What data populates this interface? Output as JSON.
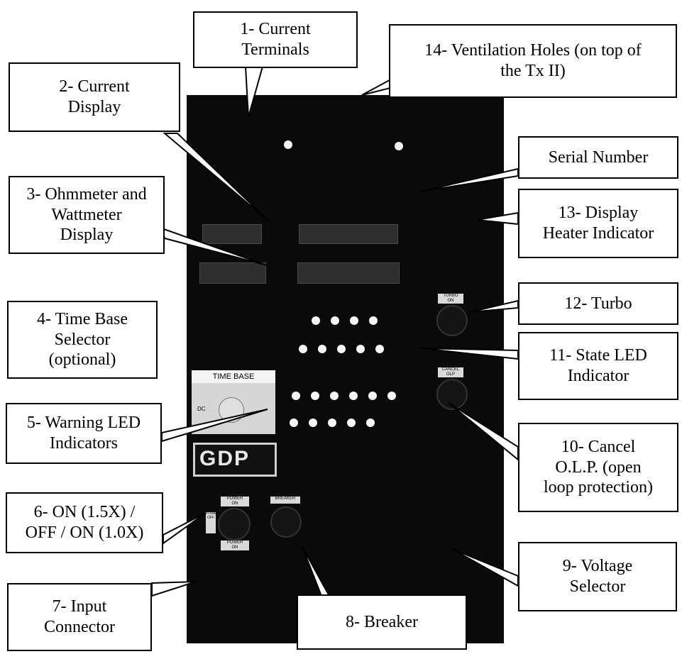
{
  "callouts": {
    "c1": "1- Current\nTerminals",
    "c2": "2- Current\nDisplay",
    "c3": "3- Ohmmeter and\nWattmeter\nDisplay",
    "c4": "4- Time Base\nSelector\n(optional)",
    "c5": "5- Warning LED\nIndicators",
    "c6": "6- ON (1.5X) /\nOFF / ON (1.0X)",
    "c7": "7- Input\nConnector",
    "c8": "8- Breaker",
    "c9": "9- Voltage\nSelector",
    "c10": "10- Cancel\nO.L.P. (open\nloop protection)",
    "c11": "11- State LED\nIndicator",
    "c12": "12- Turbo",
    "c13": "13- Display\nHeater Indicator",
    "c14": "14- Ventilation Holes (on top of\nthe Tx II)",
    "serial": "Serial Number"
  },
  "panel": {
    "time_base": "TIME BASE",
    "brand": "GDP",
    "turbo_label": "TURBO\nON",
    "cancel_label": "CANCEL\nOLP",
    "power_on": "POWER\nON",
    "power_on2": "POWER\nON",
    "power_off": "POWER\nOFF",
    "breaker_label": "BREAKER",
    "dc": "DC"
  }
}
